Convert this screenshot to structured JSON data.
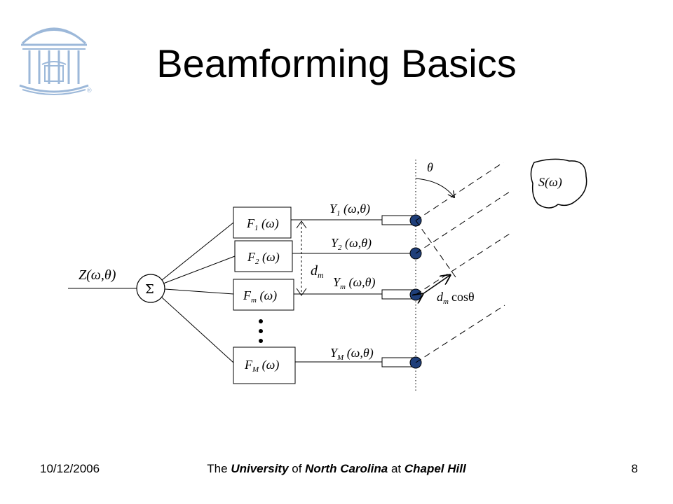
{
  "slide": {
    "title": "Beamforming Basics",
    "footer": {
      "date": "10/12/2006",
      "institution": [
        "The ",
        "University",
        " of ",
        "North Carolina",
        " at ",
        "Chapel Hill"
      ],
      "page": "8"
    }
  },
  "logo": {
    "icon": "old-well-icon",
    "mark": "®",
    "color": "#9cb8d9"
  },
  "diagram": {
    "output_label": "Z(ω,θ)",
    "sum_symbol": "Σ",
    "filters": [
      "F₁(ω)",
      "F₂(ω)",
      "Fₘ(ω)",
      "Fₘ(ω)"
    ],
    "filter_subscripts": [
      "1",
      "2",
      "m",
      "M"
    ],
    "mic_signals": [
      "Y₁(ω,θ)",
      "Y₂(ω,θ)",
      "Yₘ(ω,θ)",
      "Yₘ(ω,θ)"
    ],
    "mic_subscripts": [
      "1",
      "2",
      "m",
      "M"
    ],
    "spacing_label": "d",
    "spacing_subscript": "m",
    "path_diff_label": "d",
    "path_diff_subscript": "m",
    "path_diff_suffix": "cosθ",
    "angle_label": "θ",
    "source_label": "S(ω)",
    "ellipsis": "⋮",
    "mic_color": "#1f3f7a"
  }
}
